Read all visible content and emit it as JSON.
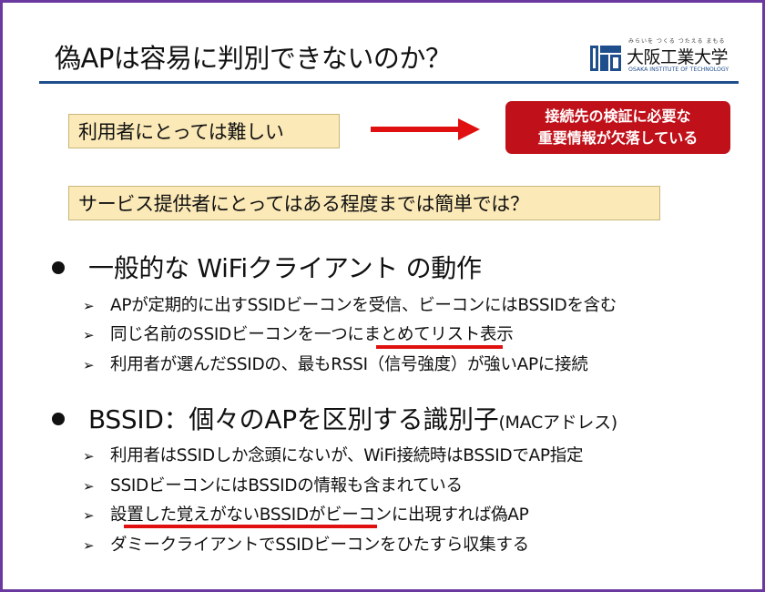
{
  "title": "偽APは容易に判別できないのか？",
  "logo": {
    "ruby": "みらいを つくる つたえる まもる",
    "name": "大阪工業大学",
    "english": "OSAKA INSTITUTE OF TECHNOLOGY",
    "brand_color": "#1f4e8c"
  },
  "notes": {
    "user": "利用者にとっては難しい",
    "provider": "サービス提供者にとってはある程度までは簡単では？"
  },
  "callout": {
    "line1": "接続先の検証に必要な",
    "line2": "重要情報が欠落している",
    "color": "#c0111a"
  },
  "sections": [
    {
      "heading": "一般的な WiFiクライアント の動作",
      "heading_suffix": "",
      "items": [
        "APが定期的に出すSSIDビーコンを受信、ビーコンにはBSSIDを含む",
        "同じ名前のSSIDビーコンを一つにまとめてリスト表示",
        "利用者が選んだSSIDの、最もRSSI（信号強度）が強いAPに接続"
      ]
    },
    {
      "heading": "BSSID：個々のAPを区別する識別子",
      "heading_suffix": "(MACアドレス)",
      "items": [
        "利用者はSSIDしか念頭にないが、WiFi接続時はBSSIDでAP指定",
        "SSIDビーコンにはBSSIDの情報も含まれている",
        "設置した覚えがないBSSIDがビーコンに出現すれば偽AP",
        "ダミークライアントでSSIDビーコンをひたすら収集する"
      ]
    }
  ],
  "bullet_marker": "➢",
  "accent_red": "#e01010",
  "frame_color": "#6a3aa0"
}
